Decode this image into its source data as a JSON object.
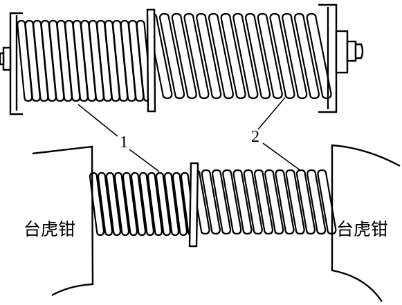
{
  "top_assembly": {
    "spring_1_coils": 16,
    "spring_2_coils": 14
  },
  "bottom_assembly": {
    "spring_1_coils": 12,
    "spring_2_coils": 13
  },
  "labels": {
    "part_1": "1",
    "part_2": "2",
    "vise_left": "台虎钳",
    "vise_right": "台虎钳"
  },
  "colors": {
    "stroke": "#000000",
    "background": "#ffffff"
  }
}
